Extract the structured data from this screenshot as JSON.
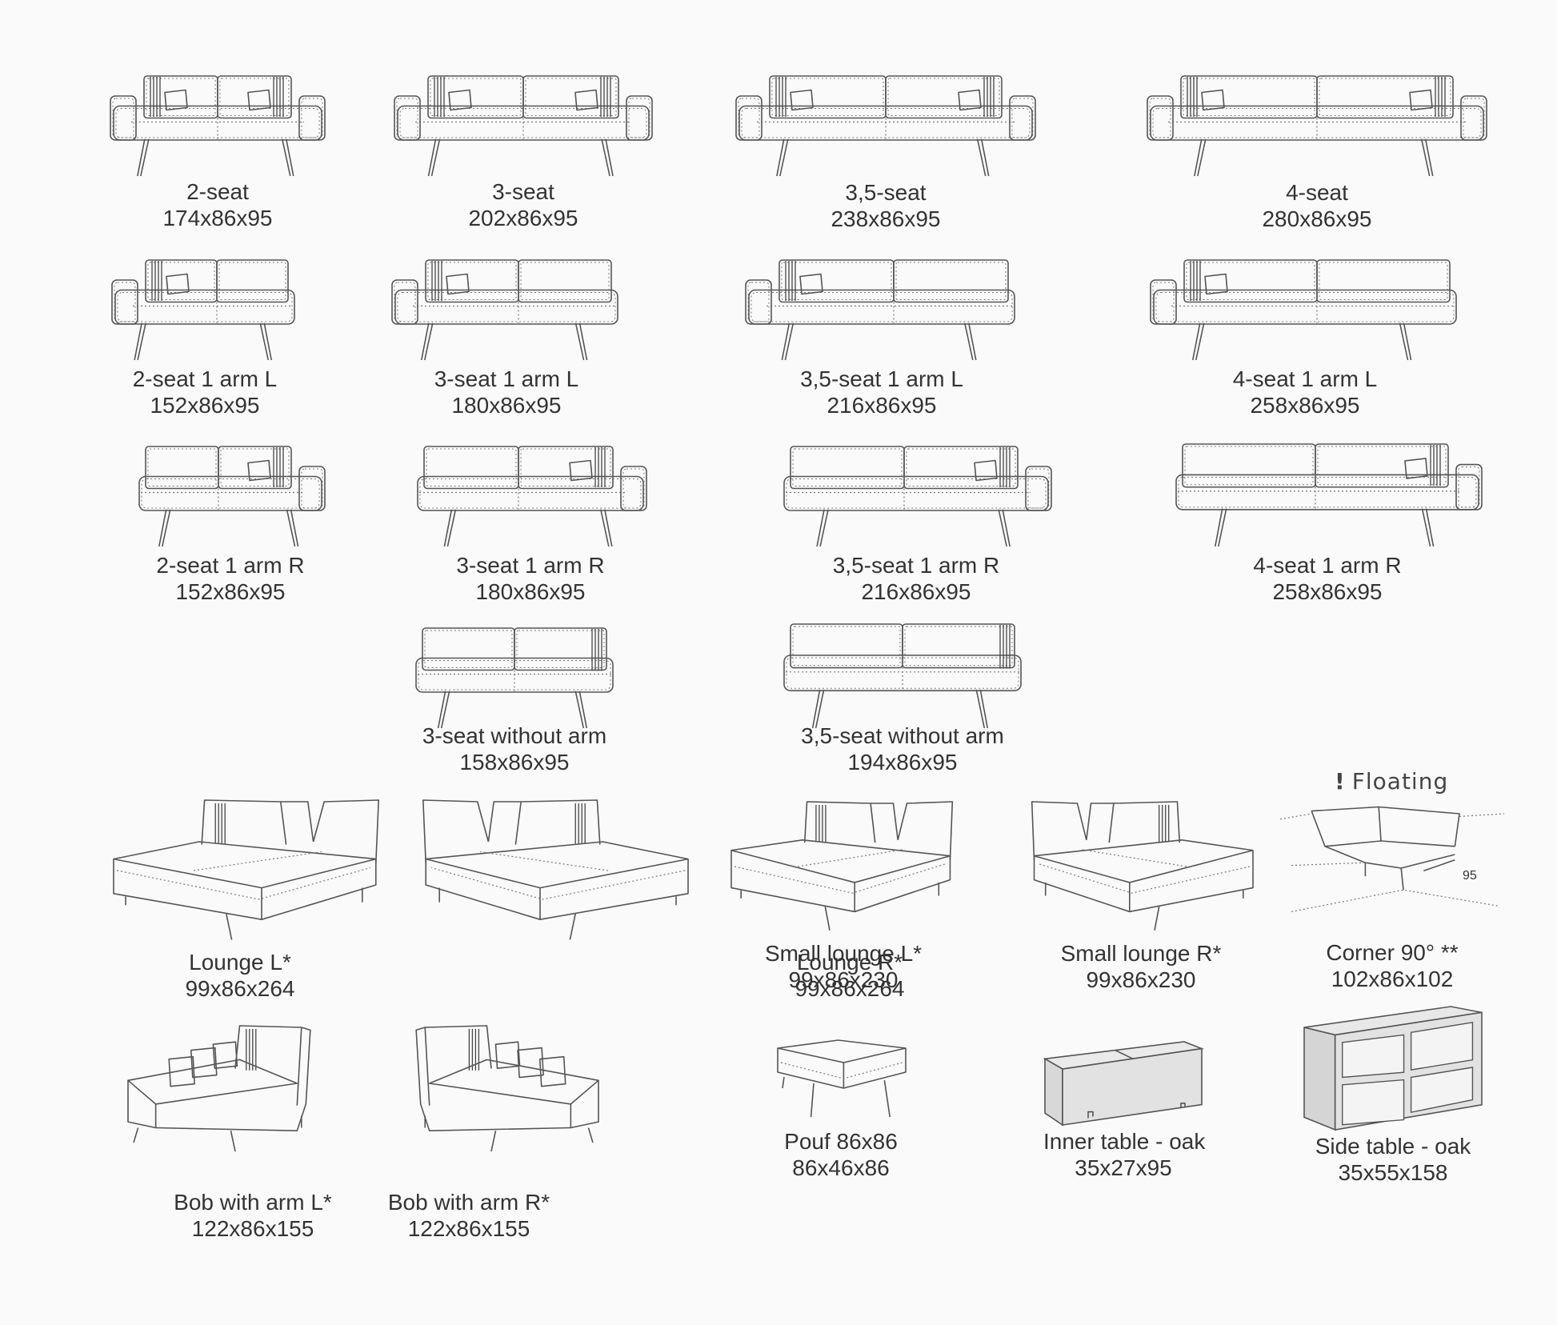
{
  "items": [
    {
      "id": "2-seat",
      "name": "2-seat",
      "dims": "174x86x95"
    },
    {
      "id": "3-seat",
      "name": "3-seat",
      "dims": "202x86x95"
    },
    {
      "id": "35-seat",
      "name": "3,5-seat",
      "dims": "238x86x95"
    },
    {
      "id": "4-seat",
      "name": "4-seat",
      "dims": "280x86x95"
    },
    {
      "id": "2-seat-arm-l",
      "name": "2-seat 1 arm L",
      "dims": "152x86x95"
    },
    {
      "id": "3-seat-arm-l",
      "name": "3-seat 1 arm L",
      "dims": "180x86x95"
    },
    {
      "id": "35-seat-arm-l",
      "name": "3,5-seat 1 arm L",
      "dims": "216x86x95"
    },
    {
      "id": "4-seat-arm-l",
      "name": "4-seat 1 arm L",
      "dims": "258x86x95"
    },
    {
      "id": "2-seat-arm-r",
      "name": "2-seat 1 arm R",
      "dims": "152x86x95"
    },
    {
      "id": "3-seat-arm-r",
      "name": "3-seat 1 arm R",
      "dims": "180x86x95"
    },
    {
      "id": "35-seat-arm-r",
      "name": "3,5-seat 1 arm R",
      "dims": "216x86x95"
    },
    {
      "id": "4-seat-arm-r",
      "name": "4-seat 1 arm R",
      "dims": "258x86x95"
    },
    {
      "id": "3-seat-no-arm",
      "name": "3-seat without arm",
      "dims": "158x86x95"
    },
    {
      "id": "35-seat-no-arm",
      "name": "3,5-seat without arm",
      "dims": "194x86x95"
    },
    {
      "id": "lounge-l",
      "name": "Lounge L*",
      "dims": "99x86x264"
    },
    {
      "id": "lounge-r",
      "name": "Lounge R*",
      "dims": "99x86x264"
    },
    {
      "id": "small-lounge-l",
      "name": "Small lounge L*",
      "dims": "99x86x230"
    },
    {
      "id": "small-lounge-r",
      "name": "Small lounge R*",
      "dims": "99x86x230"
    },
    {
      "id": "corner-90",
      "name": "Corner 90° **",
      "dims": "102x86x102"
    },
    {
      "id": "bob-arm-l",
      "name": "Bob with arm L*",
      "dims": "122x86x155"
    },
    {
      "id": "bob-arm-r",
      "name": "Bob with arm R*",
      "dims": "122x86x155"
    },
    {
      "id": "pouf",
      "name": "Pouf 86x86",
      "dims": "86x46x86"
    },
    {
      "id": "inner-table",
      "name": "Inner table - oak",
      "dims": "35x27x95"
    },
    {
      "id": "side-table",
      "name": "Side table - oak",
      "dims": "35x55x158"
    }
  ],
  "notes": {
    "floating_mark": "!",
    "floating_label": "Floating",
    "corner_depth": "95"
  },
  "colors": {
    "line": "#555555",
    "stitch": "#777777",
    "background": "#fafafa",
    "text": "#333333"
  }
}
